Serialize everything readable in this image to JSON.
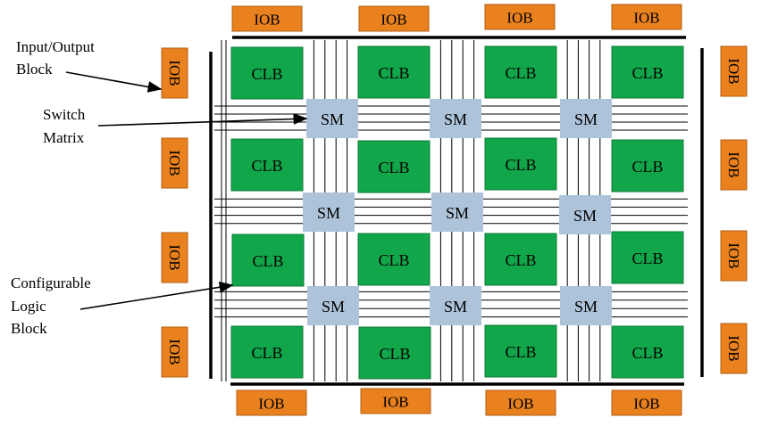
{
  "labels": {
    "iob": "IOB",
    "clb": "CLB",
    "sm": "SM"
  },
  "callouts": {
    "io_block": [
      "Input/Output",
      "Block"
    ],
    "switch_matrix": [
      "Switch",
      "Matrix"
    ],
    "config_logic": [
      "Configurable",
      "Logic",
      "Block"
    ]
  },
  "colors": {
    "iob_fill": "#E8811E",
    "iob_stroke": "#B55E12",
    "clb_fill": "#12A64B",
    "clb_stroke": "#0C7A36",
    "sm_fill": "#ADC3DA",
    "wire": "#000000"
  },
  "grid": {
    "clb_rows": 4,
    "clb_cols": 4,
    "sm_rows": 3,
    "sm_cols": 3,
    "iob_per_side": 4
  }
}
